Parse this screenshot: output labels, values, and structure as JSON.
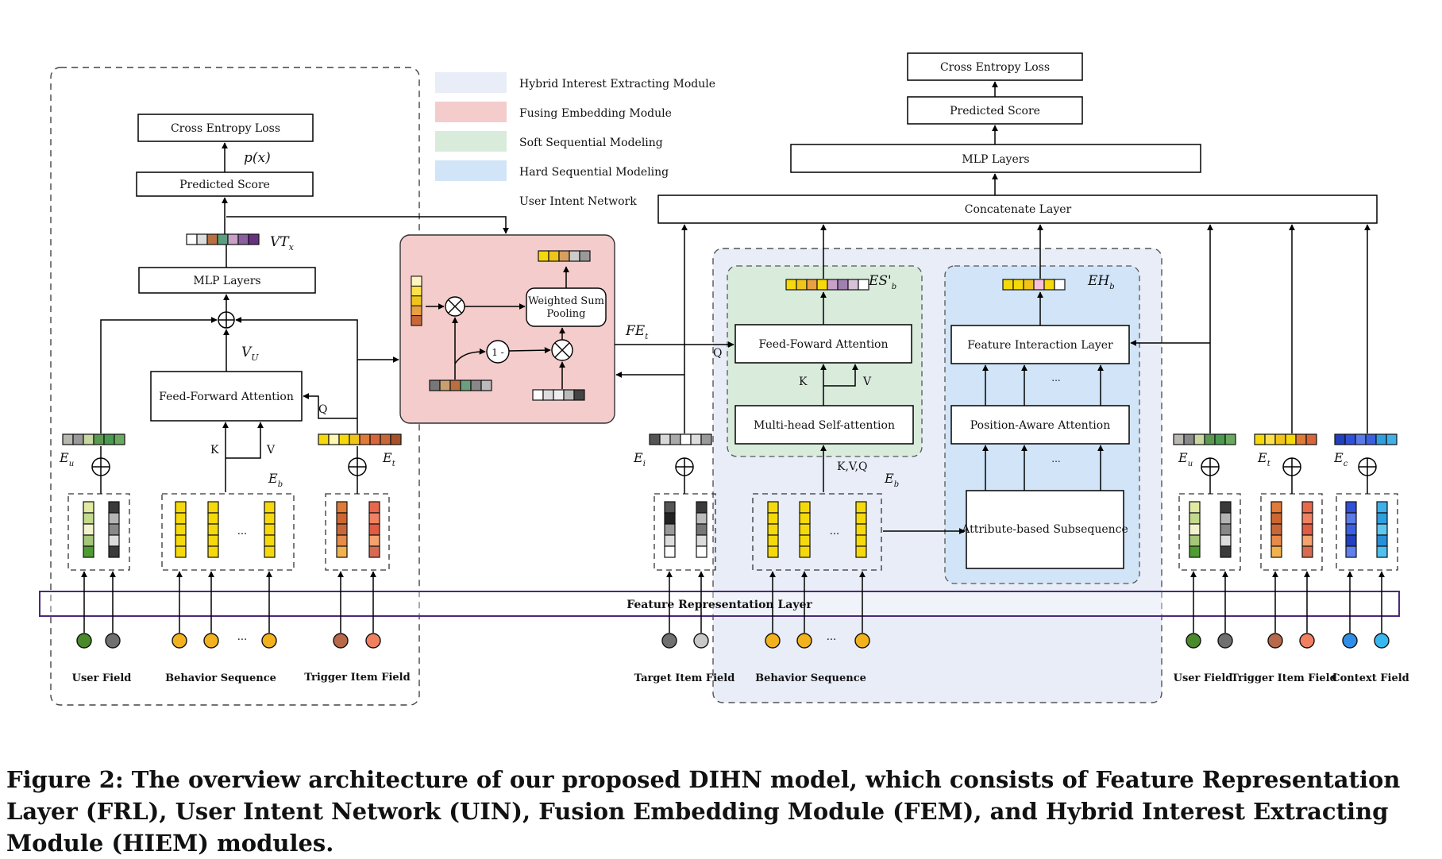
{
  "legend": {
    "items": [
      {
        "label": "Hybrid Interest Extracting Module",
        "color": "#e8edf8"
      },
      {
        "label": "Fusing Embedding Module",
        "color": "#f4cccc"
      },
      {
        "label": "Soft Sequential Modeling",
        "color": "#d9ecdc"
      },
      {
        "label": "Hard Sequential Modeling",
        "color": "#d2e5f8"
      }
    ],
    "uin_label": "User Intent Network"
  },
  "left": {
    "loss": "Cross Entropy Loss",
    "px": "p(x)",
    "score": "Predicted Score",
    "vt": "VT",
    "vt_sub": "x",
    "mlp": "MLP Layers",
    "vu": "V",
    "vu_sub": "U",
    "ffa": "Feed-Forward Attention",
    "q": "Q",
    "k": "K",
    "v": "V",
    "eu": "E",
    "eu_sub": "u",
    "eb": "E",
    "eb_sub": "b",
    "et": "E",
    "et_sub": "t",
    "dots": "...",
    "fields": [
      "User Field",
      "Behavior Sequence",
      "Trigger Item Field"
    ]
  },
  "fem": {
    "pooling": [
      "Weighted Sum",
      "Pooling"
    ],
    "one_minus": "1 -",
    "fe": "FE",
    "fe_sub": "t"
  },
  "right": {
    "loss": "Cross Entropy Loss",
    "score": "Predicted Score",
    "mlp": "MLP Layers",
    "concat": "Concatenate Layer",
    "es": "ES'",
    "es_sub": "b",
    "eh": "EH",
    "eh_sub": "b",
    "ffa": "Feed-Foward Attention",
    "q": "Q",
    "k": "K",
    "v": "V",
    "mhsa": "Multi-head Self-attention",
    "kvq": "K,V,Q",
    "fil": "Feature Interaction Layer",
    "paa": "Position-Aware Attention",
    "abs": "Attribute-based Subsequence",
    "ei": "E",
    "ei_sub": "i",
    "eb": "E",
    "eb_sub": "b",
    "eu": "E",
    "eu_sub": "u",
    "et": "E",
    "et_sub": "t",
    "ec": "E",
    "ec_sub": "c",
    "dots": "...",
    "fields": [
      "Target Item Field",
      "Behavior Sequence",
      "User Field",
      "Trigger Item Field",
      "Context Field"
    ]
  },
  "frl": "Feature Representation Layer",
  "caption": "Figure 2: The overview architecture of our proposed DIHN model, which consists of Feature Representation Layer (FRL), User Intent Network (UIN), Fusion Embedding Module (FEM), and Hybrid Interest Extracting Module (HIEM) modules."
}
